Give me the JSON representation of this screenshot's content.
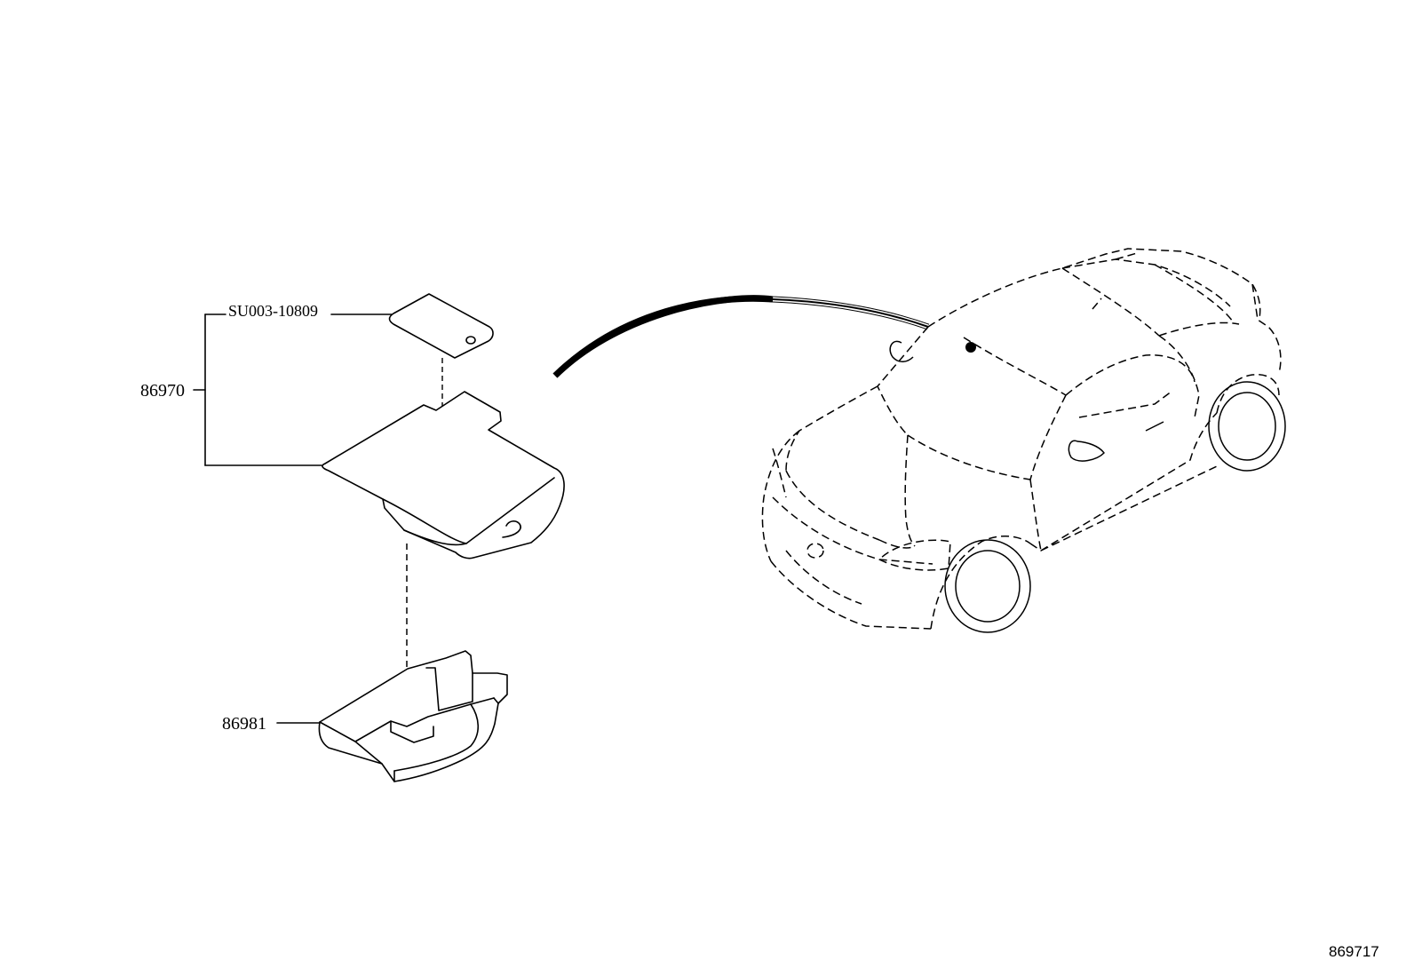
{
  "parts": [
    {
      "id": "assembly",
      "label": "86970"
    },
    {
      "id": "manual",
      "label": "SU003-10809"
    },
    {
      "id": "tray",
      "label": "86981"
    }
  ],
  "figure_ref": "869717"
}
